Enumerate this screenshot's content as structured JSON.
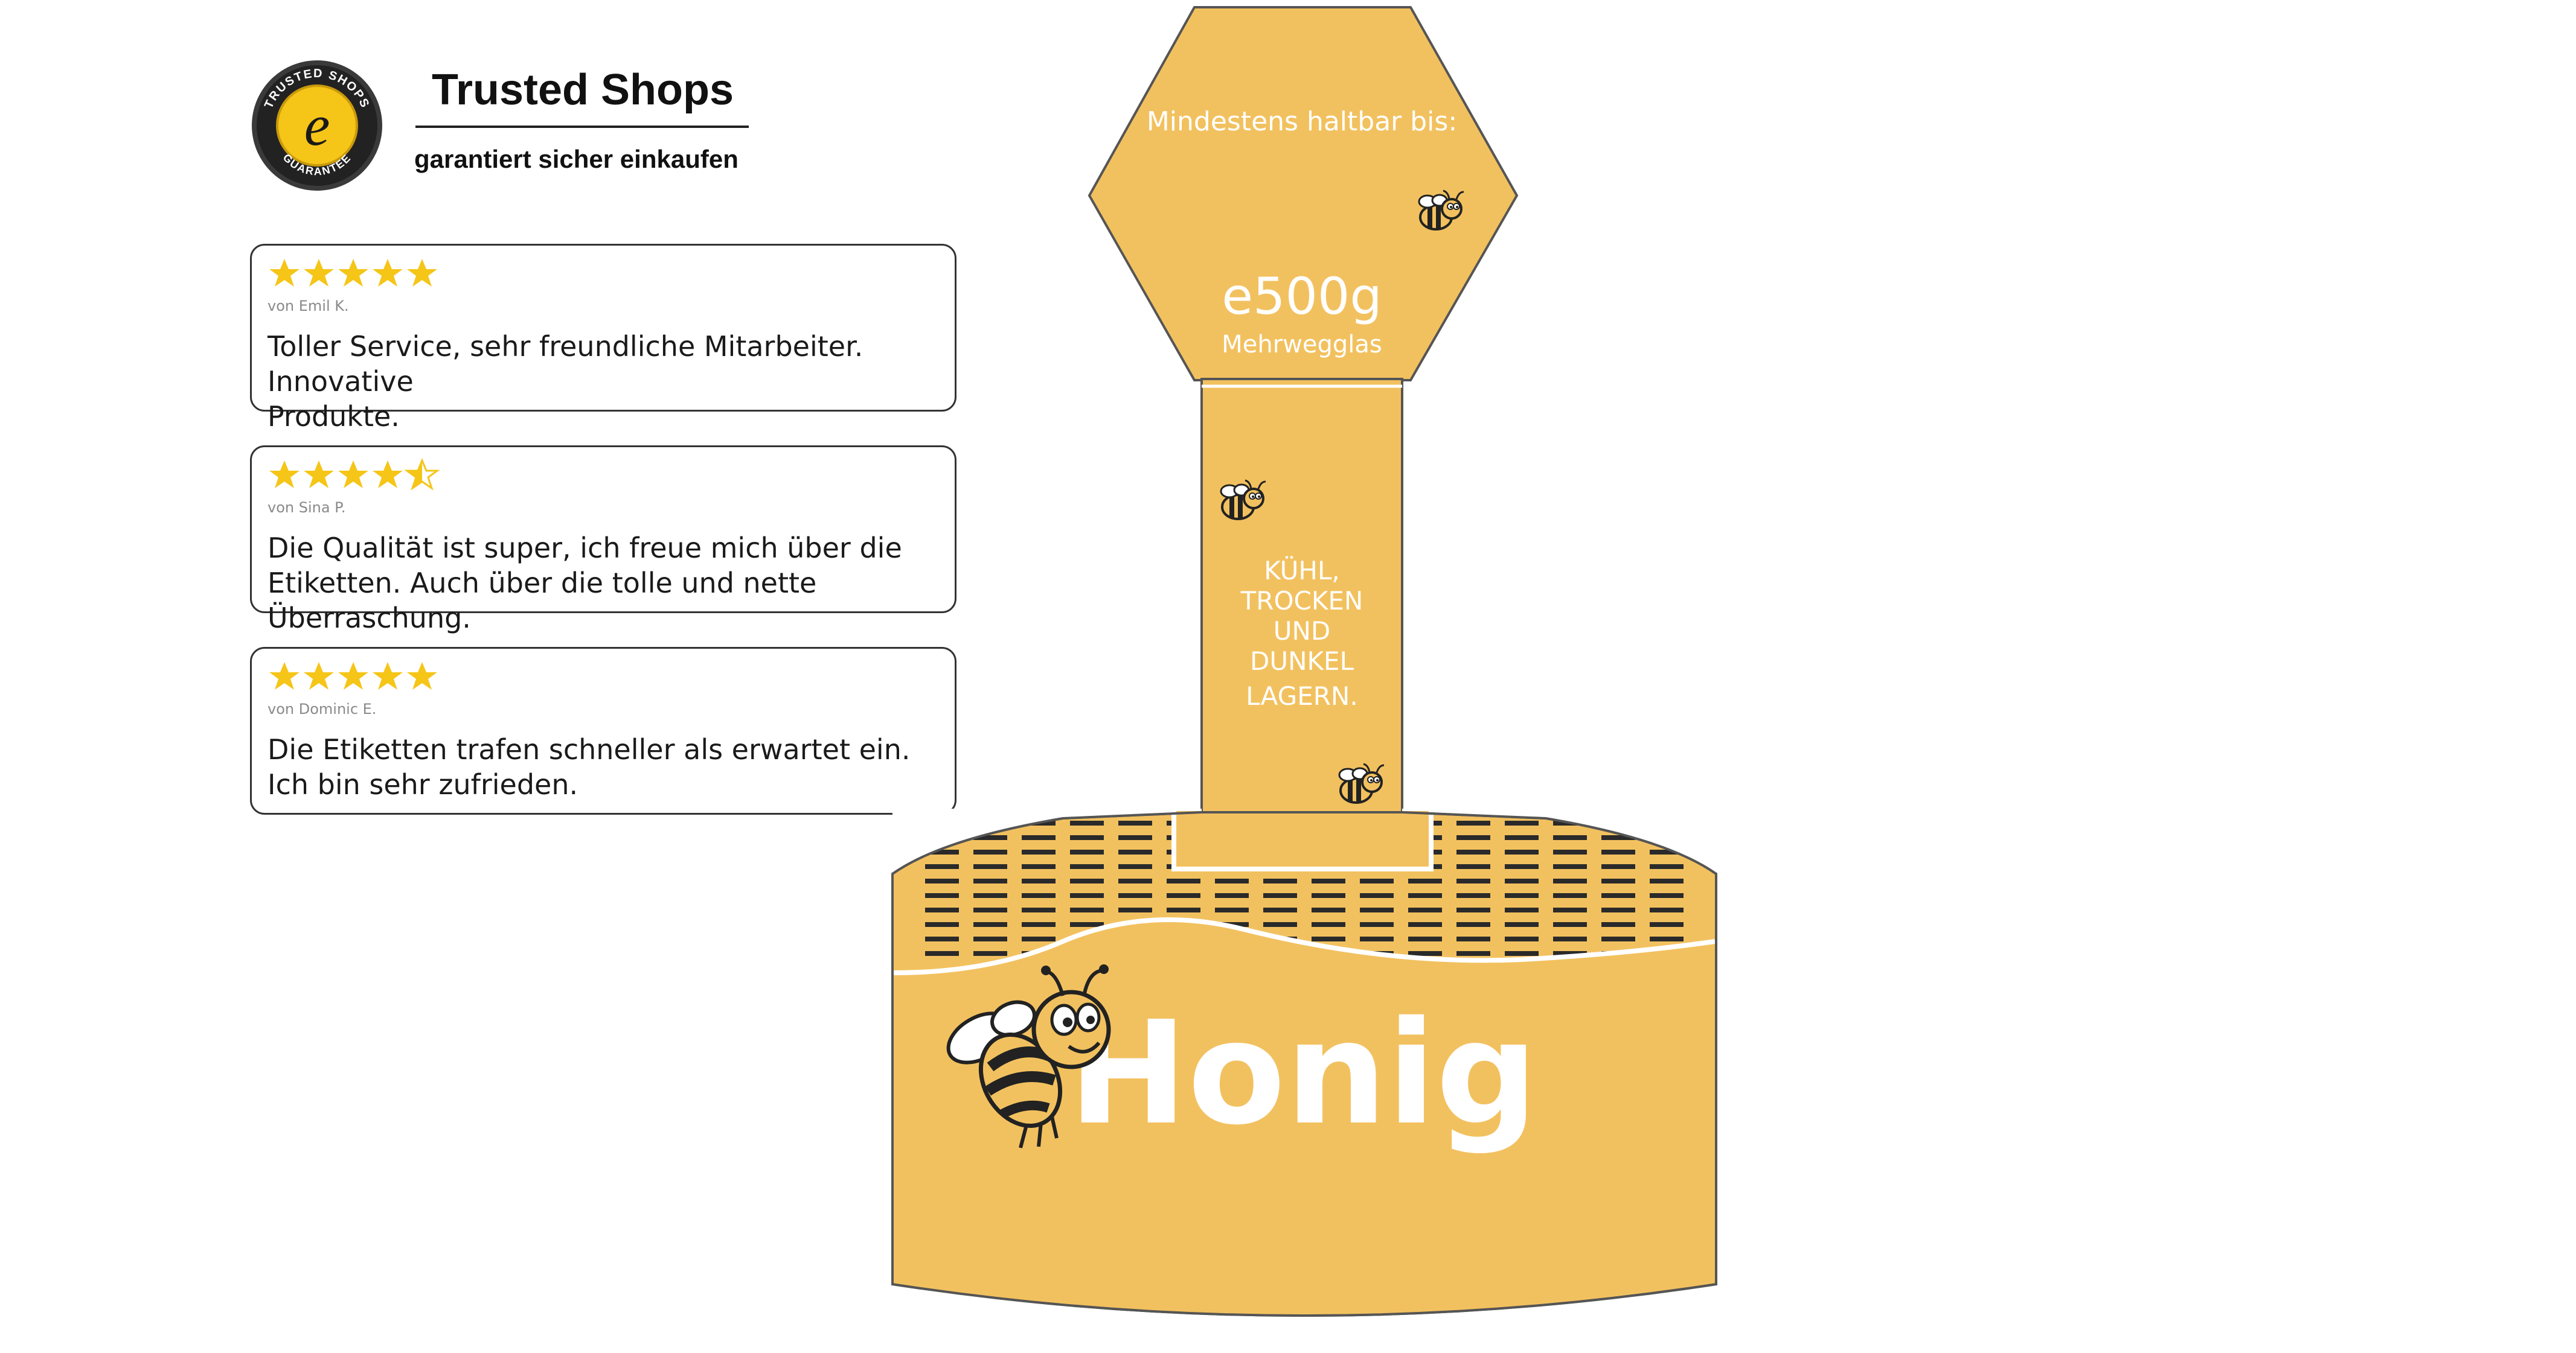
{
  "trusted_shops": {
    "title": "Trusted Shops",
    "subtitle": "garantiert sicher einkaufen",
    "seal_ring_text": "TRUSTED SHOPS",
    "seal_bottom_text": "GUARANTEE",
    "seal_letter": "e"
  },
  "reviews": [
    {
      "rating": 5,
      "reviewer": "von Emil K.",
      "text_line1": "Toller Service, sehr freundliche Mitarbeiter. Innovative",
      "text_line2": "Produkte."
    },
    {
      "rating": 4.5,
      "reviewer": "von Sina P.",
      "text_line1": "Die Qualität ist super, ich freue mich über die",
      "text_line2": "Etiketten. Auch über die tolle und nette Überraschung."
    },
    {
      "rating": 5,
      "reviewer": "von Dominic E.",
      "text_line1": "Die Etiketten trafen schneller als erwartet ein.",
      "text_line2": "Ich bin sehr zufrieden."
    }
  ],
  "label": {
    "best_before": "Mindestens haltbar bis:",
    "weight": "e500g",
    "jar_type": "Mehrwegglas",
    "storage_lines": [
      "KÜHL,",
      "TROCKEN",
      "UND",
      "DUNKEL",
      "LAGERN."
    ],
    "product_name": "Honig"
  },
  "colors": {
    "label_yellow": "#F2C15F",
    "outline": "#555555",
    "star": "#F5C518",
    "stripe_dark": "#2a2a2a"
  },
  "icons": [
    "trusted-shops-seal-icon",
    "star-icon",
    "half-star-icon",
    "bee-icon"
  ]
}
